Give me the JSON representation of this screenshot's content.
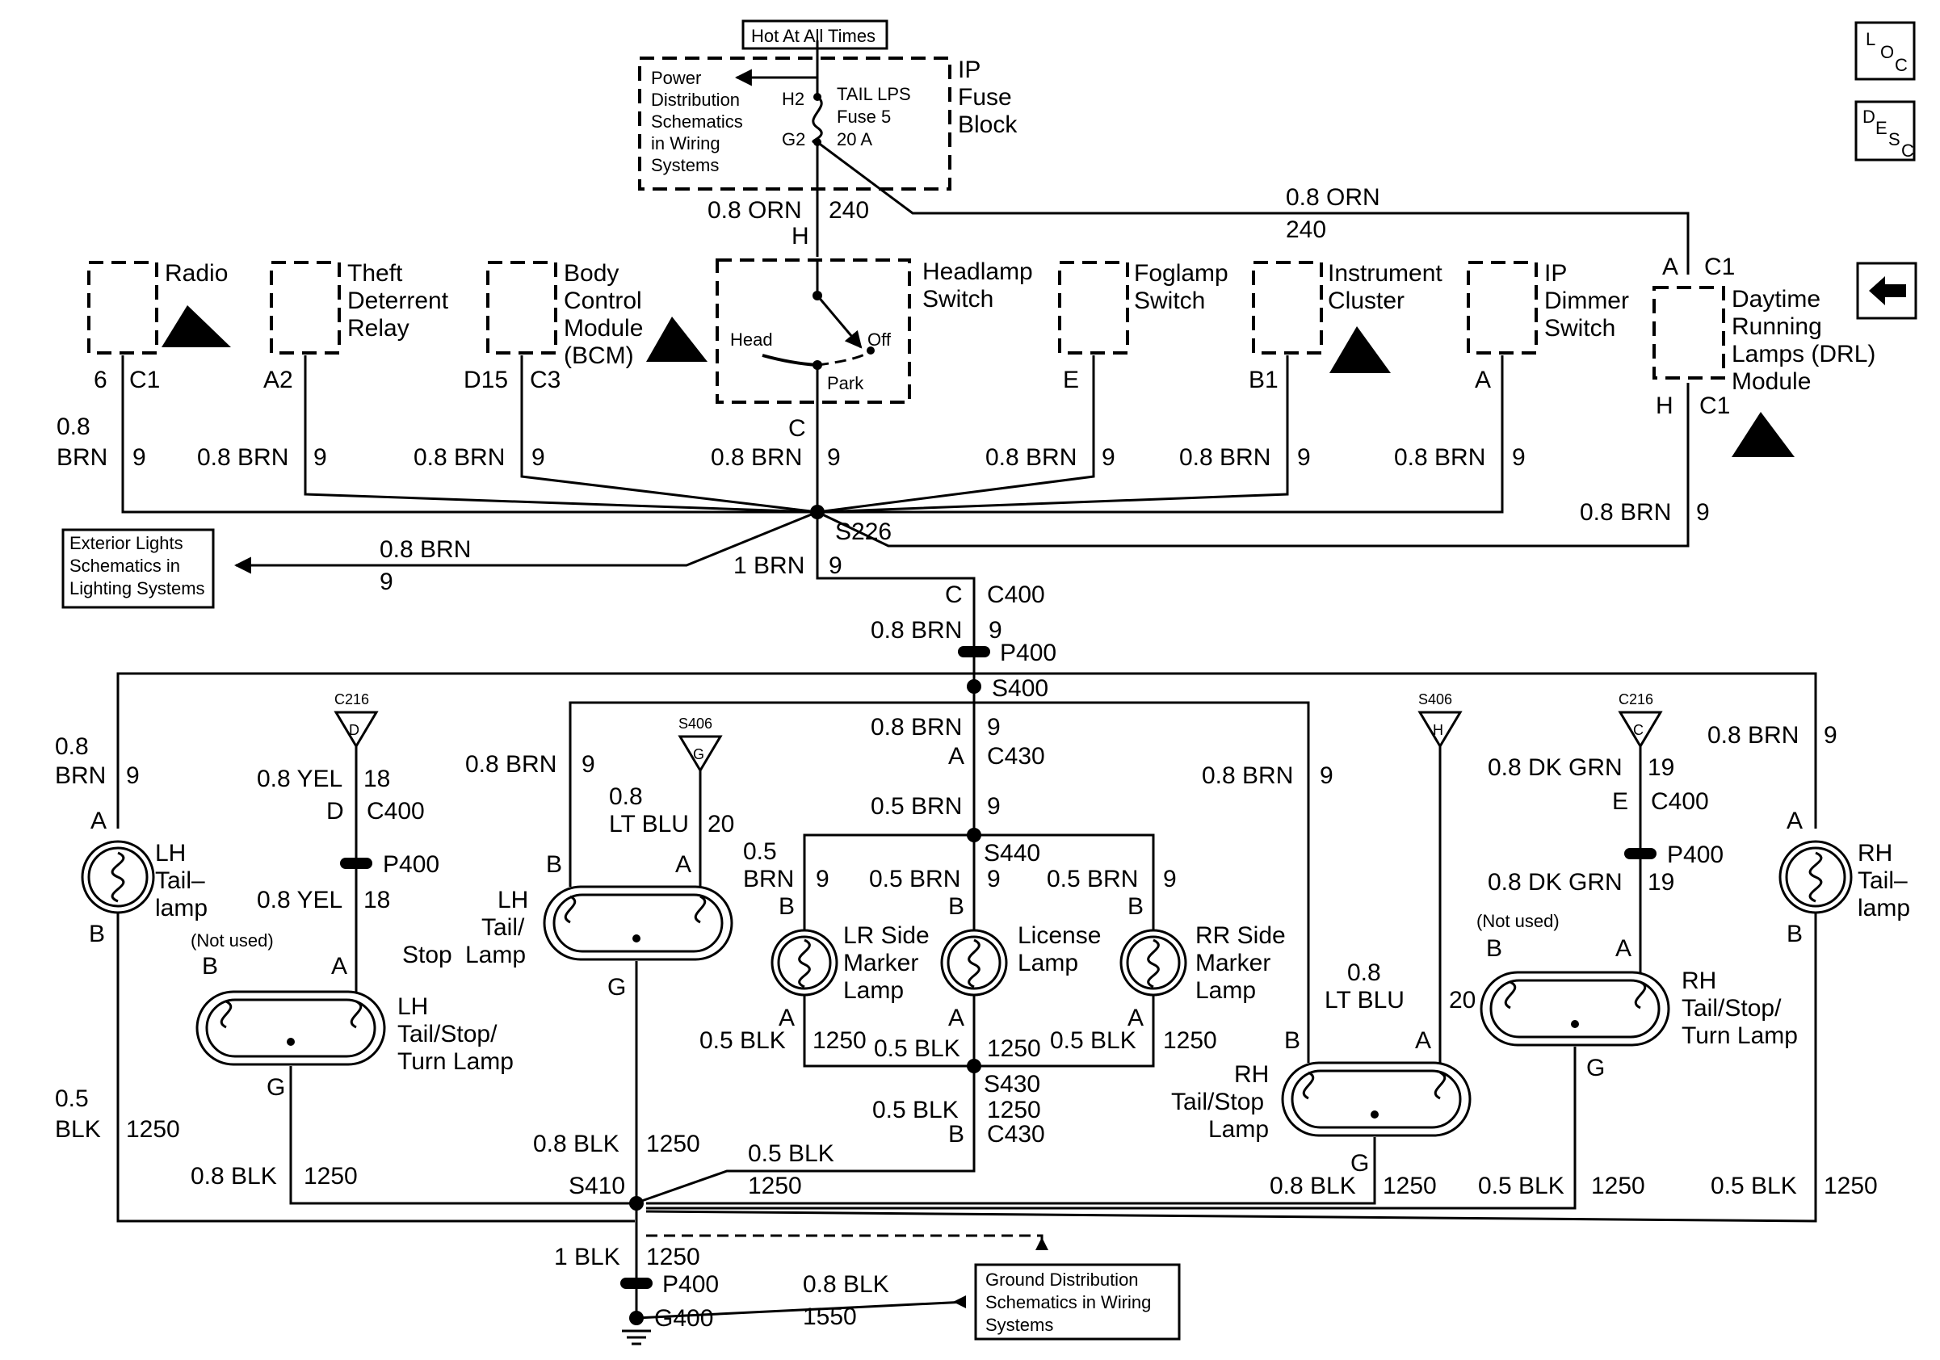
{
  "hot_at_all_times": "Hot At All Times",
  "ip_fuse_block": {
    "l1": "IP",
    "l2": "Fuse",
    "l3": "Block"
  },
  "power_ref": [
    "Power",
    "Distribution",
    "Schematics",
    "in Wiring",
    "Systems"
  ],
  "fuse": {
    "h2": "H2",
    "g2": "G2",
    "l1": "TAIL LPS",
    "l2": "Fuse 5",
    "l3": "20 A"
  },
  "feed_wire": {
    "size": "0.8 ORN",
    "circuit": "240"
  },
  "drl_feed": {
    "size": "0.8 ORN",
    "circuit": "240"
  },
  "components": {
    "radio": {
      "name": "Radio",
      "pin": "6",
      "conn": "C1"
    },
    "theft": {
      "l1": "Theft",
      "l2": "Deterrent",
      "l3": "Relay",
      "pin": "A2"
    },
    "bcm": {
      "l1": "Body",
      "l2": "Control",
      "l3": "Module",
      "l4": "(BCM)",
      "pin": "D15",
      "conn": "C3"
    },
    "headlamp": {
      "l1": "Headlamp",
      "l2": "Switch",
      "pin_in": "H",
      "pin_out": "C",
      "head": "Head",
      "off": "Off",
      "park": "Park"
    },
    "foglamp": {
      "l1": "Foglamp",
      "l2": "Switch",
      "pin": "E"
    },
    "cluster": {
      "l1": "Instrument",
      "l2": "Cluster",
      "pin": "B1"
    },
    "dimmer": {
      "l1": "IP",
      "l2": "Dimmer",
      "l3": "Switch",
      "pin": "A"
    },
    "drl": {
      "l1": "Daytime",
      "l2": "Running",
      "l3": "Lamps (DRL)",
      "l4": "Module",
      "pin_a": "A",
      "conn_a": "C1",
      "pin_h": "H",
      "conn_h": "C1"
    }
  },
  "wires_top": [
    {
      "size": "0.8",
      "size2": "BRN",
      "circuit": "9"
    },
    {
      "size": "0.8 BRN",
      "circuit": "9"
    },
    {
      "size": "0.8 BRN",
      "circuit": "9"
    },
    {
      "size": "0.8 BRN",
      "circuit": "9"
    },
    {
      "size": "0.8 BRN",
      "circuit": "9"
    },
    {
      "size": "0.8 BRN",
      "circuit": "9"
    },
    {
      "size": "0.8 BRN",
      "circuit": "9"
    },
    {
      "size": "0.8 BRN",
      "circuit": "9"
    }
  ],
  "splices": {
    "s226": "S226",
    "s400": "S400",
    "s440": "S440",
    "s430": "S430",
    "s410": "S410"
  },
  "exterior_ref": [
    "Exterior Lights",
    "Schematics in",
    "Lighting Systems"
  ],
  "exterior_wire": {
    "size": "0.8 BRN",
    "circuit": "9"
  },
  "s226_out": {
    "size": "1 BRN",
    "circuit": "9"
  },
  "c400": {
    "pin": "C",
    "conn": "C400"
  },
  "p400_wire": {
    "size": "0.8 BRN",
    "circuit": "9",
    "p400": "P400"
  },
  "c430": {
    "size": "0.8 BRN",
    "circuit": "9",
    "pin": "A",
    "conn": "C430"
  },
  "s440_feed": {
    "size": "0.5 BRN",
    "circuit": "9"
  },
  "lamps": {
    "lh_tail": {
      "l1": "LH",
      "l2": "Tail–",
      "l3": "lamp",
      "a": "A",
      "b": "B"
    },
    "lh_tailstop": {
      "l1": "LH",
      "l2": "Tail/",
      "l3": "Stop",
      "l4": "Lamp",
      "a": "A",
      "b": "B",
      "g": "G"
    },
    "lh_turn": {
      "l1": "LH",
      "l2": "Tail/Stop/",
      "l3": "Turn Lamp",
      "a": "A",
      "b": "B",
      "g": "G",
      "not_used": "(Not used)"
    },
    "lr_marker": {
      "l1": "LR Side",
      "l2": "Marker",
      "l3": "Lamp",
      "a": "A",
      "b": "B"
    },
    "license": {
      "l1": "License",
      "l2": "Lamp",
      "a": "A",
      "b": "B"
    },
    "rr_marker": {
      "l1": "RR Side",
      "l2": "Marker",
      "l3": "Lamp",
      "a": "A",
      "b": "B"
    },
    "rh_tailstop": {
      "l1": "RH",
      "l2": "Tail/Stop",
      "l3": "Lamp",
      "a": "A",
      "b": "B",
      "g": "G"
    },
    "rh_turn": {
      "l1": "RH",
      "l2": "Tail/Stop/",
      "l3": "Turn Lamp",
      "a": "A",
      "b": "B",
      "g": "G",
      "not_used": "(Not used)"
    },
    "rh_tail": {
      "l1": "RH",
      "l2": "Tail–",
      "l3": "lamp",
      "a": "A",
      "b": "B"
    }
  },
  "refs": {
    "c216_d": {
      "top": "C216",
      "letter": "D"
    },
    "s406_g": {
      "top": "S406",
      "letter": "G"
    },
    "s406_h": {
      "top": "S406",
      "letter": "H"
    },
    "c216_c": {
      "top": "C216",
      "letter": "C"
    }
  },
  "lower_wires": {
    "lh_tail": {
      "s1": "0.8",
      "s2": "BRN",
      "c": "9"
    },
    "lh_yel1": {
      "s": "0.8 YEL",
      "c": "18",
      "pin": "D",
      "conn": "C400"
    },
    "lh_yel2": {
      "s": "0.8 YEL",
      "c": "18",
      "p400": "P400"
    },
    "lh_stop_brn": {
      "s": "0.8 BRN",
      "c": "9"
    },
    "lh_ltblu": {
      "s1": "0.8",
      "s2": "LT BLU",
      "c": "20"
    },
    "lr_brn": {
      "s1": "0.5",
      "s2": "BRN",
      "c": "9"
    },
    "lic_brn": {
      "s": "0.5 BRN",
      "c": "9"
    },
    "rr_brn": {
      "s": "0.5 BRN",
      "c": "9"
    },
    "lr_blk": {
      "s": "0.5 BLK",
      "c": "1250"
    },
    "lic_blk": {
      "s": "0.5 BLK",
      "c": "1250"
    },
    "rr_blk": {
      "s": "0.5 BLK",
      "c": "1250"
    },
    "s430_out": {
      "s": "0.5 BLK",
      "c": "1250",
      "pin": "B",
      "conn": "C430"
    },
    "rh_stop_brn": {
      "s": "0.8 BRN",
      "c": "9"
    },
    "rh_ltblu": {
      "s1": "0.8",
      "s2": "LT BLU",
      "c": "20"
    },
    "rh_grn1": {
      "s": "0.8 DK GRN",
      "c": "19",
      "pin": "E",
      "conn": "C400"
    },
    "rh_grn2": {
      "s": "0.8 DK GRN",
      "c": "19",
      "p400": "P400"
    },
    "rh_tail_brn": {
      "s": "0.8 BRN",
      "c": "9"
    },
    "lh_tail_blk": {
      "s1": "0.5",
      "s2": "BLK",
      "c": "1250"
    },
    "lh_turn_blk": {
      "s": "0.8 BLK",
      "c": "1250"
    },
    "lh_stop_blk": {
      "s": "0.8 BLK",
      "c": "1250"
    },
    "s430_to_s410": {
      "s": "0.5 BLK",
      "c": "1250"
    },
    "rh_stop_blk": {
      "s": "0.8 BLK",
      "c": "1250"
    },
    "rh_turn_blk": {
      "s": "0.5 BLK",
      "c": "1250"
    },
    "rh_tail_blk": {
      "s": "0.5 BLK",
      "c": "1250"
    },
    "ground": {
      "s": "1 BLK",
      "c": "1250",
      "p400": "P400",
      "g400": "G400"
    },
    "ground_ref_wire": {
      "s": "0.8 BLK",
      "c": "1550"
    }
  },
  "ground_ref": [
    "Ground Distribution",
    "Schematics in Wiring",
    "Systems"
  ],
  "icons": {
    "loc": "loc-icon",
    "desc": "desc-icon",
    "back": "back-arrow-icon"
  },
  "loc_text": {
    "l": "L",
    "o": "O",
    "c": "C"
  },
  "desc_text": {
    "d": "D",
    "e": "E",
    "s": "S",
    "c": "C"
  }
}
